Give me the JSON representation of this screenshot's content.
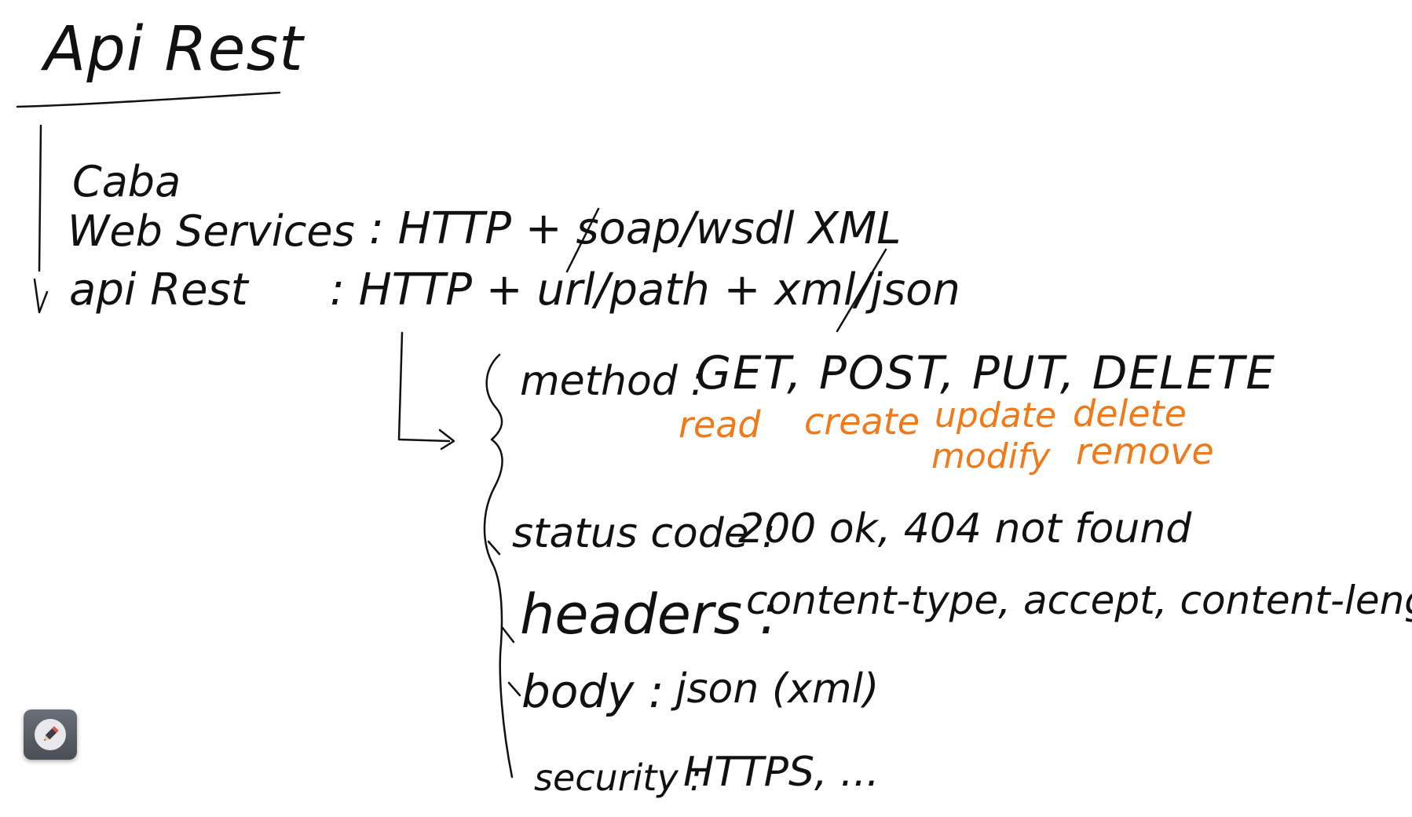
{
  "note": {
    "title": "Api Rest",
    "line_caba": "Caba",
    "web_services_label": "Web Services",
    "web_services_value": ": HTTP + soap/wsdl XML",
    "api_rest_label": "api Rest",
    "api_rest_value": ": HTTP + url/path + xml/json"
  },
  "details": {
    "method_label": "method :",
    "method_values": "GET, POST, PUT, DELETE",
    "method_meanings": {
      "get": "read",
      "post": "create",
      "put_1": "update",
      "put_2": "modify",
      "delete_1": "delete",
      "delete_2": "remove"
    },
    "status_label": "status code :",
    "status_value": "200 ok, 404 not found",
    "headers_label": "headers :",
    "headers_value": "content-type, accept, content-length",
    "body_label": "body :",
    "body_value": "json (xml)",
    "security_label": "security :",
    "security_value": "HTTPS, ..."
  },
  "colors": {
    "ink": "#111111",
    "annotation": "#f07a1a",
    "background": "#ffffff"
  },
  "toolbar": {
    "annotate_icon": "pencil-icon"
  }
}
